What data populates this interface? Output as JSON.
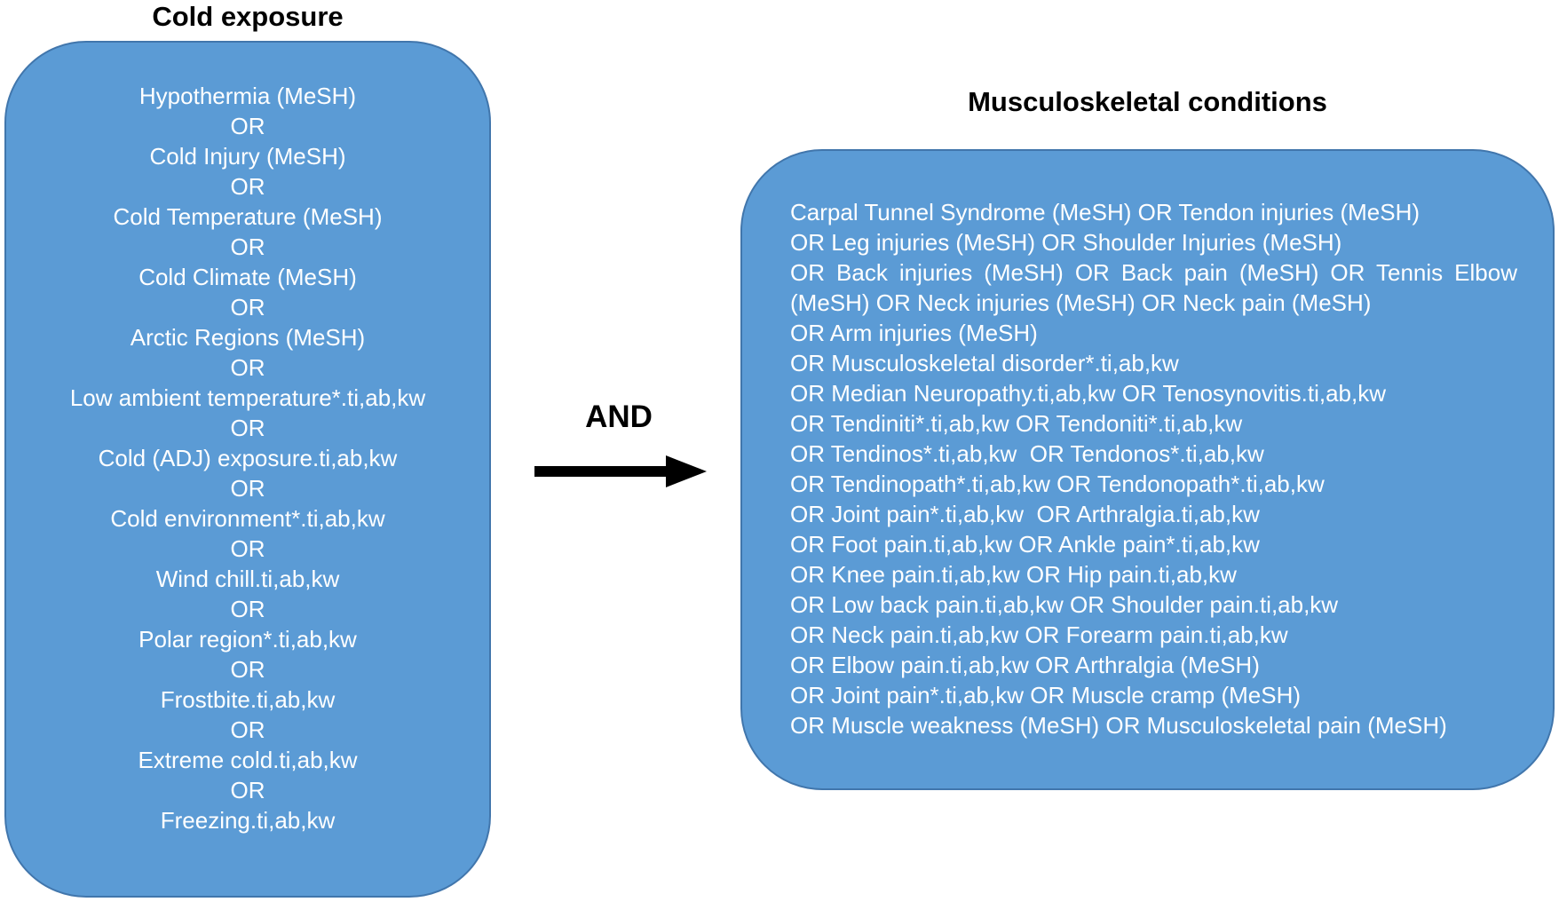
{
  "diagram": {
    "left": {
      "title": "Cold exposure",
      "lines": [
        "Hypothermia (MeSH)",
        "OR",
        "Cold Injury (MeSH)",
        "OR",
        "Cold Temperature (MeSH)",
        "OR",
        "Cold Climate (MeSH)",
        "OR",
        "Arctic Regions (MeSH)",
        "OR",
        "Low ambient temperature*.ti,ab,kw",
        "OR",
        "Cold (ADJ) exposure.ti,ab,kw",
        "OR",
        "Cold environment*.ti,ab,kw",
        "OR",
        "Wind chill.ti,ab,kw",
        "OR",
        "Polar region*.ti,ab,kw",
        "OR",
        "Frostbite.ti,ab,kw",
        "OR",
        "Extreme cold.ti,ab,kw",
        "OR",
        "Freezing.ti,ab,kw"
      ]
    },
    "connector": {
      "label": "AND",
      "arrow_icon": "right-arrow"
    },
    "right": {
      "title": "Musculoskeletal conditions",
      "lines": [
        "Carpal Tunnel Syndrome (MeSH) OR Tendon injuries (MeSH)",
        "OR Leg injuries (MeSH) OR Shoulder Injuries (MeSH)",
        "OR Back injuries (MeSH) OR Back pain (MeSH) OR Tennis Elbow",
        "(MeSH) OR Neck injuries (MeSH) OR Neck pain (MeSH)",
        "OR Arm injuries (MeSH)",
        "OR Musculoskeletal disorder*.ti,ab,kw",
        "OR Median Neuropathy.ti,ab,kw OR Tenosynovitis.ti,ab,kw",
        "OR Tendiniti*.ti,ab,kw OR Tendoniti*.ti,ab,kw",
        "OR Tendinos*.ti,ab,kw  OR Tendonos*.ti,ab,kw",
        "OR Tendinopath*.ti,ab,kw OR Tendonopath*.ti,ab,kw",
        "OR Joint pain*.ti,ab,kw  OR Arthralgia.ti,ab,kw",
        "OR Foot pain.ti,ab,kw OR Ankle pain*.ti,ab,kw",
        "OR Knee pain.ti,ab,kw OR Hip pain.ti,ab,kw",
        "OR Low back pain.ti,ab,kw OR Shoulder pain.ti,ab,kw",
        "OR Neck pain.ti,ab,kw OR Forearm pain.ti,ab,kw",
        "OR Elbow pain.ti,ab,kw OR Arthralgia (MeSH)",
        "OR Joint pain*.ti,ab,kw OR Muscle cramp (MeSH)",
        "OR Muscle weakness (MeSH) OR Musculoskeletal pain (MeSH)"
      ]
    }
  },
  "colors": {
    "box_fill": "#5b9bd5",
    "box_border": "#4176ac",
    "text_color": "#ffffff",
    "title_color": "#000000",
    "arrow_color": "#000000"
  }
}
